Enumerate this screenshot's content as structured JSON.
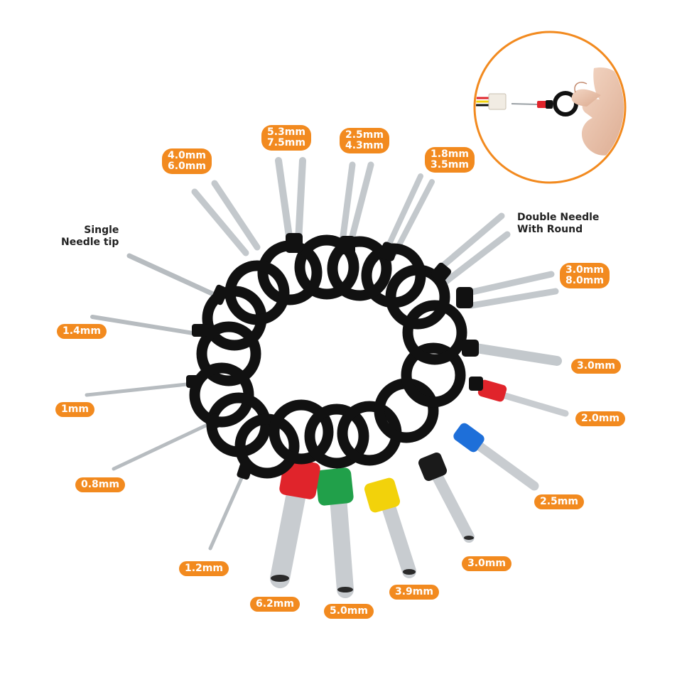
{
  "colors": {
    "accent": "#f28a1f",
    "ring": "#111111",
    "steel": "#cfd3d6",
    "sleeve_red": "#e0242b",
    "sleeve_green": "#21a04a",
    "sleeve_yellow": "#f2d20b",
    "sleeve_black": "#1a1a1a",
    "sleeve_blue": "#1e6fd9"
  },
  "notes": {
    "single": {
      "line1": "Single",
      "line2": "Needle tip"
    },
    "double": {
      "line1": "Double Needle",
      "line2": "With Round"
    }
  },
  "labels": {
    "top1": {
      "line1": "4.0mm",
      "line2": "6.0mm"
    },
    "top2": {
      "line1": "5.3mm",
      "line2": "7.5mm"
    },
    "top3": {
      "line1": "2.5mm",
      "line2": "4.3mm"
    },
    "top4": {
      "line1": "1.8mm",
      "line2": "3.5mm"
    },
    "right1": {
      "line1": "3.0mm",
      "line2": "8.0mm"
    },
    "right2": "3.0mm",
    "right3": "2.0mm",
    "right4": "2.5mm",
    "bottom_3_0": "3.0mm",
    "bottom_3_9": "3.9mm",
    "bottom_5_0": "5.0mm",
    "bottom_6_2": "6.2mm",
    "bottom_1_2": "1.2mm",
    "left_0_8": "0.8mm",
    "left_1": "1mm",
    "left_1_4": "1.4mm"
  }
}
